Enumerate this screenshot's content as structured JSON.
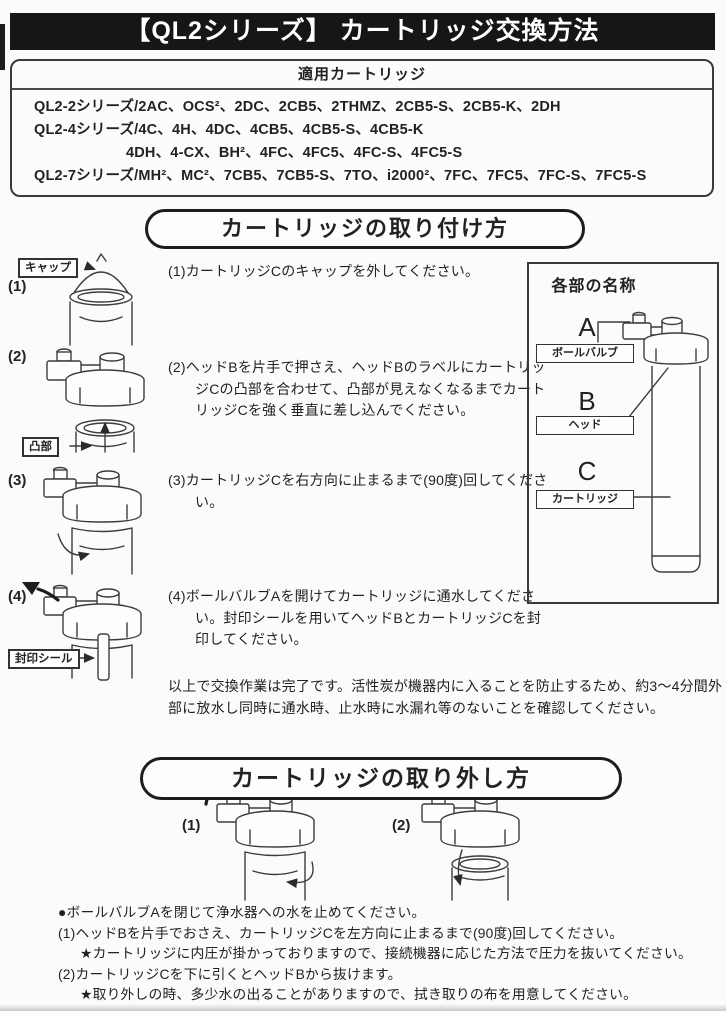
{
  "page": {
    "title": "【QL2シリーズ】 カートリッジ交換方法"
  },
  "applicable": {
    "header": "適用カートリッジ",
    "lines": [
      "QL2-2シリーズ/2AC、OCS²、2DC、2CB5、2THMZ、2CB5-S、2CB5-K、2DH",
      "QL2-4シリーズ/4C、4H、4DC、4CB5、4CB5-S、4CB5-K",
      "4DH、4-CX、BH²、4FC、4FC5、4FC-S、4FC5-S",
      "QL2-7シリーズ/MH²、MC²、7CB5、7CB5-S、7TO、i2000²、7FC、7FC5、7FC-S、7FC5-S"
    ]
  },
  "install": {
    "section_title": "カートリッジの取り付け方",
    "fig_labels": [
      "(1)",
      "(2)",
      "(3)",
      "(4)"
    ],
    "part_labels": {
      "cap": "キャップ",
      "protrusion": "凸部",
      "seal": "封印シール"
    },
    "steps": [
      "(1)カートリッジCのキャップを外してください。",
      "(2)ヘッドBを片手で押さえ、ヘッドBのラベルにカートリッジCの凸部を合わせて、凸部が見えなくなるまでカートリッジCを強く垂直に差し込んでください。",
      "(3)カートリッジCを右方向に止まるまで(90度)回してください。",
      "(4)ボールバルブAを開けてカートリッジに通水してください。封印シールを用いてヘッドBとカートリッジCを封印してください。"
    ],
    "closing": "以上で交換作業は完了です。活性炭が機器内に入ることを防止するため、約3〜4分間外部に放水し同時に通水時、止水時に水漏れ等のないことを確認してください。"
  },
  "parts": {
    "title": "各部の名称",
    "items": [
      {
        "letter": "A",
        "name": "ボールバルブ"
      },
      {
        "letter": "B",
        "name": "ヘッド"
      },
      {
        "letter": "C",
        "name": "カートリッジ"
      }
    ]
  },
  "removal": {
    "section_title": "カートリッジの取り外し方",
    "fig_labels": [
      "(1)",
      "(2)"
    ],
    "notes": [
      "●ボールバルブAを閉じて浄水器への水を止めてください。",
      "(1)ヘッドBを片手でおさえ、カートリッジCを左方向に止まるまで(90度)回してください。",
      "★カートリッジに内圧が掛かっておりますので、接続機器に応じた方法で圧力を抜いてください。",
      "(2)カートリッジCを下に引くとヘッドBから抜けます。",
      "★取り外しの時、多少水の出ることがありますので、拭き取りの布を用意してください。"
    ]
  },
  "colors": {
    "title_bar_bg": "#161616",
    "title_text": "#ffffff",
    "ink": "#222222"
  }
}
